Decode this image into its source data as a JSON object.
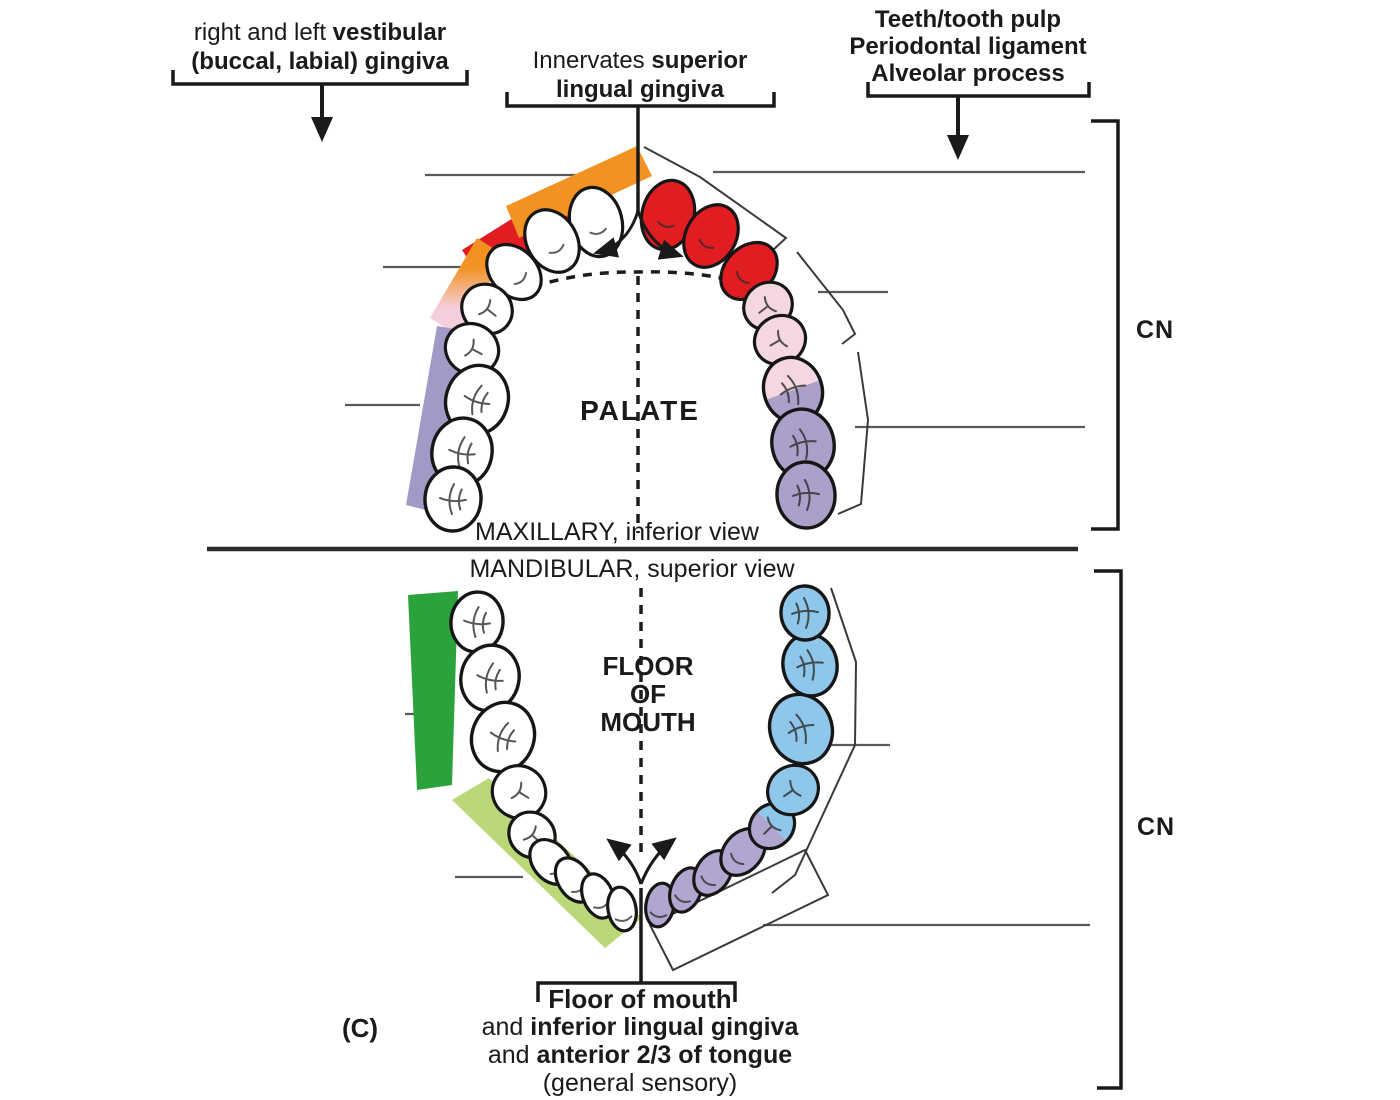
{
  "figure": {
    "labels": {
      "vestibular": {
        "l1a": "right and left ",
        "l1b": "vestibular",
        "l2": "(buccal, labial) gingiva"
      },
      "lingual_sup": {
        "l1a": "Innervates ",
        "l1b": "superior",
        "l2": "lingual gingiva"
      },
      "teeth_pulp": {
        "l1": "Teeth/tooth pulp",
        "l2": "Periodontal ligament",
        "l3": "Alveolar process"
      },
      "cn_upper": "CN",
      "cn_lower": "CN",
      "palate": "PALATE",
      "maxillary_caption": "MAXILLARY, inferior view",
      "mandibular_caption": "MANDIBULAR, superior view",
      "floor1": "FLOOR",
      "floor2": "OF",
      "floor3": "MOUTH",
      "figure_letter": "(C)",
      "bottom1": "Floor of mouth",
      "bottom2a": "and ",
      "bottom2b": "inferior lingual gingiva",
      "bottom3a": "and ",
      "bottom3b": "anterior 2/3 of tongue",
      "bottom4": "(general sensory)"
    },
    "colors": {
      "red": "#E21D22",
      "orange": "#F29222",
      "pink": "#F5CEDC",
      "pink_tooth": "#F5D7E0",
      "purple": "#A29AC6",
      "purple_tooth": "#ABA0C9",
      "green_dark": "#2CA23C",
      "green_light": "#BAD877",
      "blue": "#8FC7EA",
      "lavender": "#B1A6CF"
    }
  }
}
